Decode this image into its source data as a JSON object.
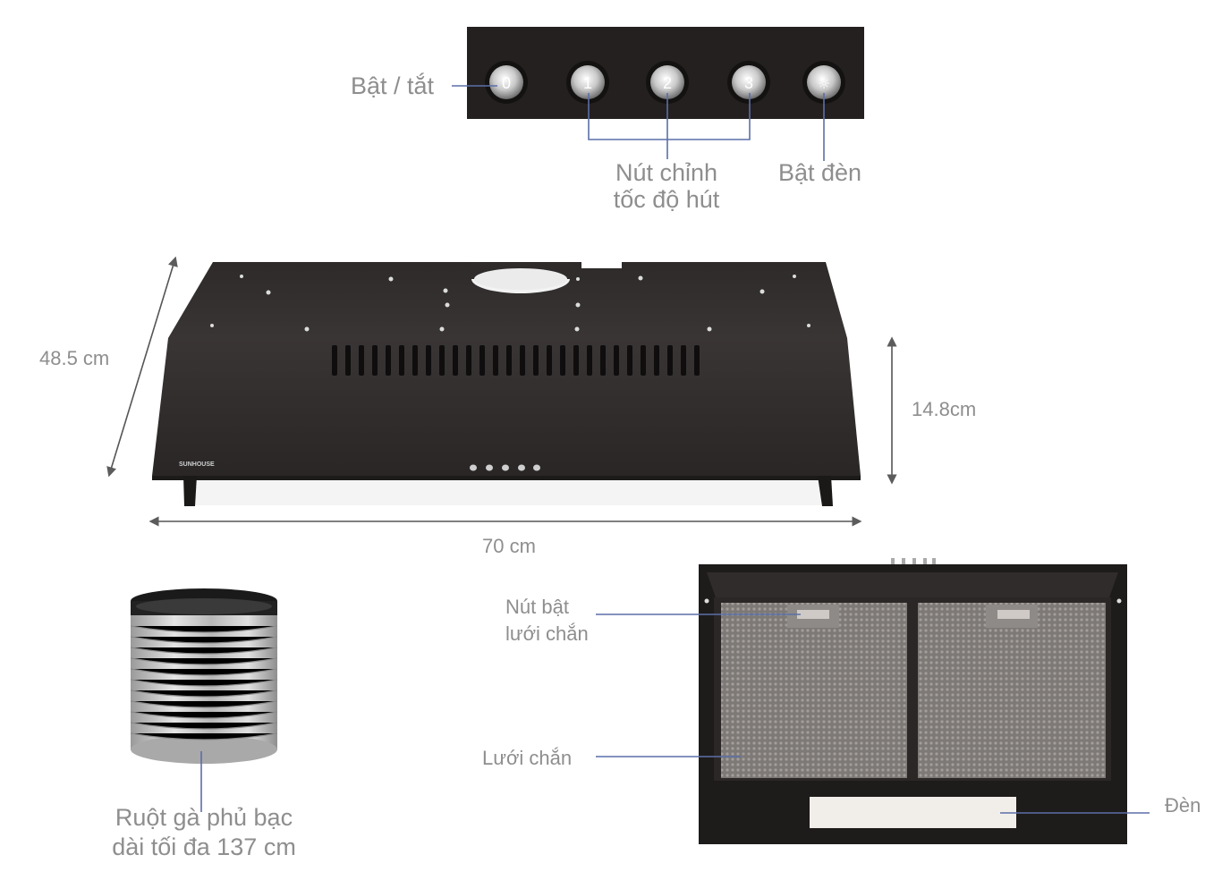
{
  "labels": {
    "power": "Bật / tắt",
    "speed_line1": "Nút chỉnh",
    "speed_line2": "tốc độ hút",
    "light_on": "Bật đèn",
    "depth": "48.5 cm",
    "height": "14.8cm",
    "width": "70 cm",
    "filter_button_line1": "Nút bật",
    "filter_button_line2": "lưới chắn",
    "filter": "Lưới chắn",
    "lamp": "Đèn",
    "duct_line1": "Ruột gà phủ bạc",
    "duct_line2": "dài tối đa 137 cm"
  },
  "knobs": [
    "0",
    "1",
    "2",
    "3",
    "☼"
  ],
  "brand_text": "SUNHOUSE",
  "colors": {
    "hood_body": "#2b2727",
    "hood_front": "#332e2e",
    "leader_line": "#5b6fa8",
    "dimension_line": "#6a6a6a",
    "filter_mesh": "#8c8784",
    "lamp": "#f1eeea"
  }
}
